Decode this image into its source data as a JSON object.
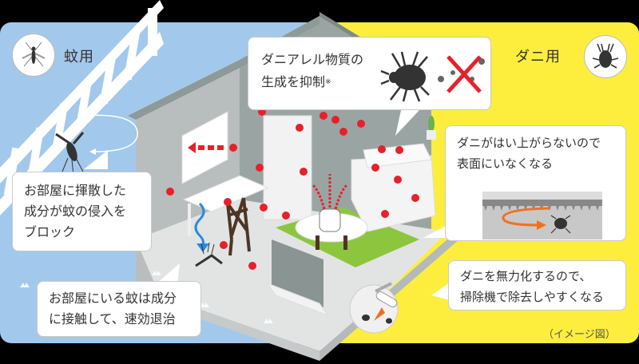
{
  "left_panel": {
    "title": "蚊用",
    "icon": "mosquito-icon",
    "background": "#a2c8ec",
    "bubbles": [
      {
        "lines": [
          "お部屋に揮散した",
          "成分が蚊の侵入を",
          "ブロック"
        ]
      },
      {
        "lines": [
          "お部屋にいる蚊は成分",
          "に接触して、速効退治"
        ]
      }
    ]
  },
  "right_panel": {
    "title": "ダニ用",
    "icon": "dust-mite-icon",
    "background": "#fdee3e",
    "bubbles": [
      {
        "lines": [
          "ダニアレル物質の",
          "生成を抑制"
        ],
        "note_mark": "※"
      },
      {
        "lines": [
          "ダニがはい上がらないので",
          "表面にいなくなる"
        ]
      },
      {
        "lines": [
          "ダニを無力化するので、",
          "掃除機で除去しやすくなる"
        ]
      }
    ]
  },
  "caption": "（イメージ図）",
  "colors": {
    "particle_red": "#e8202a",
    "arrow_red": "#e8202a",
    "arrow_blue": "#2a8ae0",
    "arrow_orange": "#f07020",
    "rug_green": "#8cc63f",
    "wall_gray": "#9aa5a3",
    "floor_gray": "#e2e4e4"
  }
}
